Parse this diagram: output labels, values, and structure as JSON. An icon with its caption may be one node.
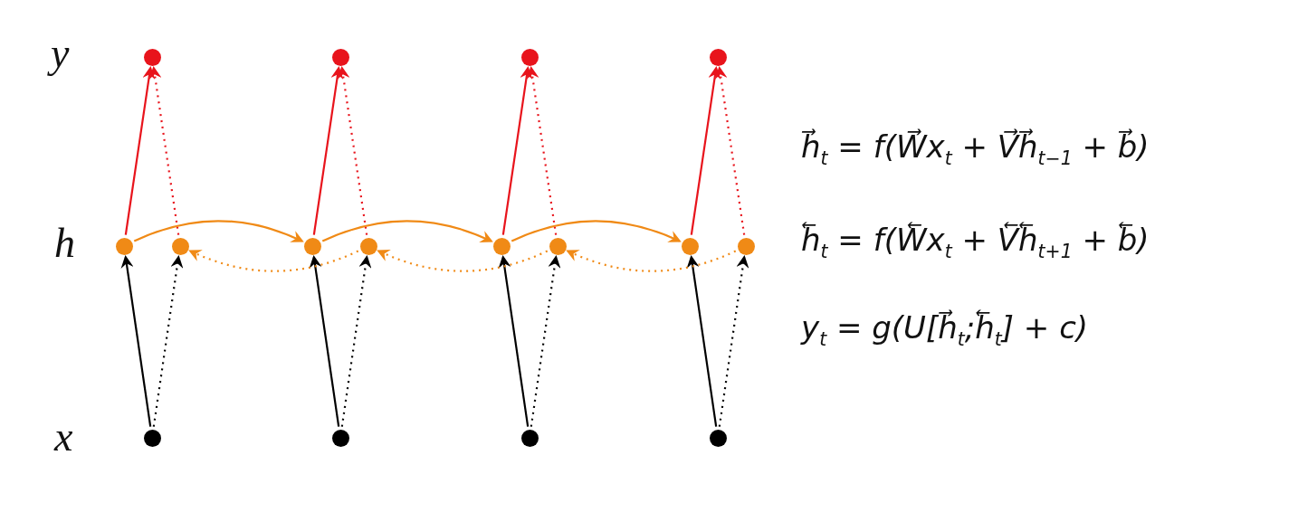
{
  "diagram": {
    "nodes": [
      {
        "text": [],
        "shape": "circle"
      },
      {
        "text": [],
        "shape": "circle"
      },
      {
        "text": [],
        "shape": "circle"
      },
      {
        "text": [],
        "shape": "circle"
      },
      {
        "text": [],
        "shape": "circle"
      },
      {
        "text": [],
        "shape": "circle"
      },
      {
        "text": [],
        "shape": "circle"
      },
      {
        "text": [],
        "shape": "circle"
      },
      {
        "text": [],
        "shape": "circle"
      },
      {
        "text": [],
        "shape": "circle"
      },
      {
        "text": [],
        "shape": "circle"
      },
      {
        "text": [],
        "shape": "circle"
      },
      {
        "text": [],
        "shape": "circle"
      },
      {
        "text": [],
        "shape": "circle"
      },
      {
        "text": [],
        "shape": "circle"
      },
      {
        "text": [],
        "shape": "circle"
      }
    ],
    "edges": [
      {
        "from": 12,
        "to": 4,
        "arrow": "to"
      },
      {
        "from": 12,
        "to": 5,
        "arrow": "to",
        "style": "dashed"
      },
      {
        "from": 4,
        "to": 0,
        "arrow": "to",
        "color": "#e8141c"
      },
      {
        "from": 5,
        "to": 0,
        "arrow": "to",
        "style": "dashed",
        "color": "#e8141c"
      },
      {
        "from": 13,
        "to": 6,
        "arrow": "to"
      },
      {
        "from": 13,
        "to": 7,
        "arrow": "to",
        "style": "dashed"
      },
      {
        "from": 6,
        "to": 1,
        "arrow": "to",
        "color": "#e8141c"
      },
      {
        "from": 7,
        "to": 1,
        "arrow": "to",
        "style": "dashed",
        "color": "#e8141c"
      },
      {
        "from": 14,
        "to": 8,
        "arrow": "to"
      },
      {
        "from": 14,
        "to": 9,
        "arrow": "to",
        "style": "dashed"
      },
      {
        "from": 8,
        "to": 2,
        "arrow": "to",
        "color": "#e8141c"
      },
      {
        "from": 9,
        "to": 2,
        "arrow": "to",
        "style": "dashed",
        "color": "#e8141c"
      },
      {
        "from": 15,
        "to": 10,
        "arrow": "to"
      },
      {
        "from": 15,
        "to": 11,
        "arrow": "to",
        "style": "dashed"
      },
      {
        "from": 10,
        "to": 3,
        "arrow": "to",
        "color": "#e8141c"
      },
      {
        "from": 11,
        "to": 3,
        "arrow": "to",
        "style": "dashed",
        "color": "#e8141c"
      },
      {
        "from": 4,
        "to": 6,
        "arrow": "to",
        "color": "#f08a16"
      },
      {
        "from": 6,
        "to": 8,
        "arrow": "to",
        "color": "#f08a16"
      },
      {
        "from": 8,
        "to": 10,
        "arrow": "to",
        "color": "#f08a16"
      },
      {
        "from": 7,
        "to": 5,
        "arrow": "to",
        "style": "dashed",
        "color": "#f08a16"
      },
      {
        "from": 9,
        "to": 7,
        "arrow": "to",
        "style": "dashed",
        "color": "#f08a16"
      },
      {
        "from": 11,
        "to": 9,
        "arrow": "to",
        "style": "dashed",
        "color": "#f08a16"
      }
    ],
    "labels": [
      "y",
      "h",
      "x",
      "h⃗$_{t}$ = f(W⃗x$_{t}$ + V⃗h⃗$_{t−1}$ + b⃗)",
      "h⃖$_{t}$ = f(W⃖x$_{t}$ + V⃖h⃖$_{t+1}$ + b⃖)",
      "y$_{t}$ = g(U[h⃗$_{t}$;h⃖$_{t}$] + c)"
    ]
  }
}
